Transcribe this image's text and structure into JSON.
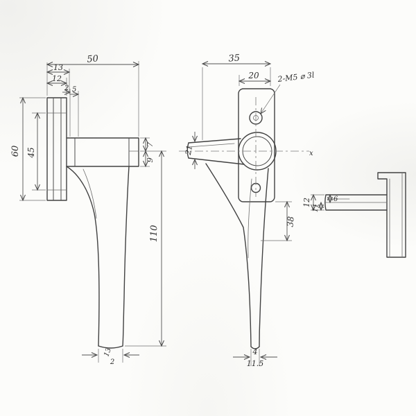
{
  "page": {
    "background": "#fcfcfa",
    "ink": "#414141"
  },
  "views": {
    "side": {
      "dims": {
        "overall_depth": "50",
        "plate_step": "13",
        "plate_thickness": "12",
        "step_2": "2",
        "step_5": "5",
        "plate_height": "60",
        "hole_spacing": "45",
        "neck_upper": "7",
        "neck_lower": "9",
        "handle_drop": "110",
        "grip_end": "13",
        "grip_end_note": "2"
      }
    },
    "front": {
      "dims": {
        "plate_top_offset": "35",
        "plate_width": "20",
        "hole_note": "2-M5 ⌀ 3l",
        "arm_end": "21",
        "lower_offset": "38",
        "tip_thickness": "4",
        "tip_width": "11.5",
        "center_mark": "x"
      }
    },
    "section": {
      "dims": {
        "thickness": "12",
        "step": "6",
        "inner": "11"
      }
    }
  }
}
